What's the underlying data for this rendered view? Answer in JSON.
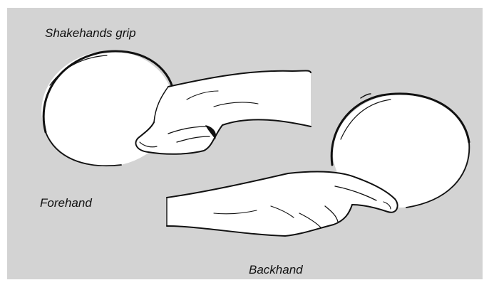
{
  "diagram": {
    "title": "Shakehands grip",
    "labels": {
      "forehand": "Forehand",
      "backhand": "Backhand"
    },
    "colors": {
      "background": "#d3d3d3",
      "paper": "#ffffff",
      "ink": "#111111"
    },
    "illustrations": [
      {
        "icon": "forehand-grip-illustration"
      },
      {
        "icon": "backhand-grip-illustration"
      }
    ]
  }
}
